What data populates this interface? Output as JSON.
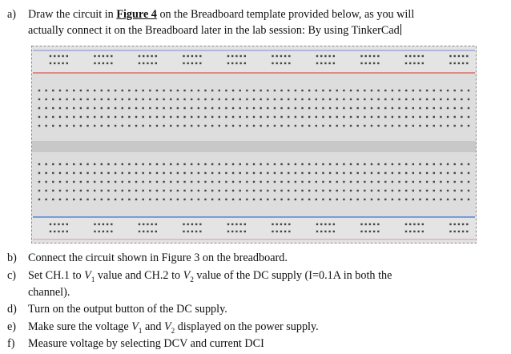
{
  "item_a": {
    "label": "a)",
    "line1_pre": "Draw the circuit in ",
    "figure_ref": "Figure 4",
    "line1_post": " on the Breadboard template provided below, as you will",
    "line2": "actually connect it on the Breadboard later in the lab session: By using TinkerCad"
  },
  "breadboard": {
    "power_rail_top_color": "#d9534f",
    "power_rail_bottom_color": "#3a6fd8",
    "board_color": "#dddddd",
    "hole_color": "#444444"
  },
  "items": [
    {
      "label": "b)",
      "text": "Connect the circuit shown in Figure 3 on the breadboard."
    },
    {
      "label": "c)",
      "text_pre": "Set CH.1 to ",
      "v1": "V",
      "v1_sub": "1",
      "text_mid": " value and CH.2 to ",
      "v2": "V",
      "v2_sub": "2",
      "text_post": " value of the DC supply (I=0.1A in both the",
      "line2": "channel)."
    },
    {
      "label": "d)",
      "text": "Turn on the output button of the DC supply."
    },
    {
      "label": "e)",
      "text_pre": "Make sure the voltage ",
      "v1": "V",
      "v1_sub": "1",
      "text_mid": " and ",
      "v2": "V",
      "v2_sub": "2",
      "text_post": " displayed on the power supply."
    },
    {
      "label": "f)",
      "text": "Measure voltage by selecting DCV and current DCI"
    }
  ]
}
